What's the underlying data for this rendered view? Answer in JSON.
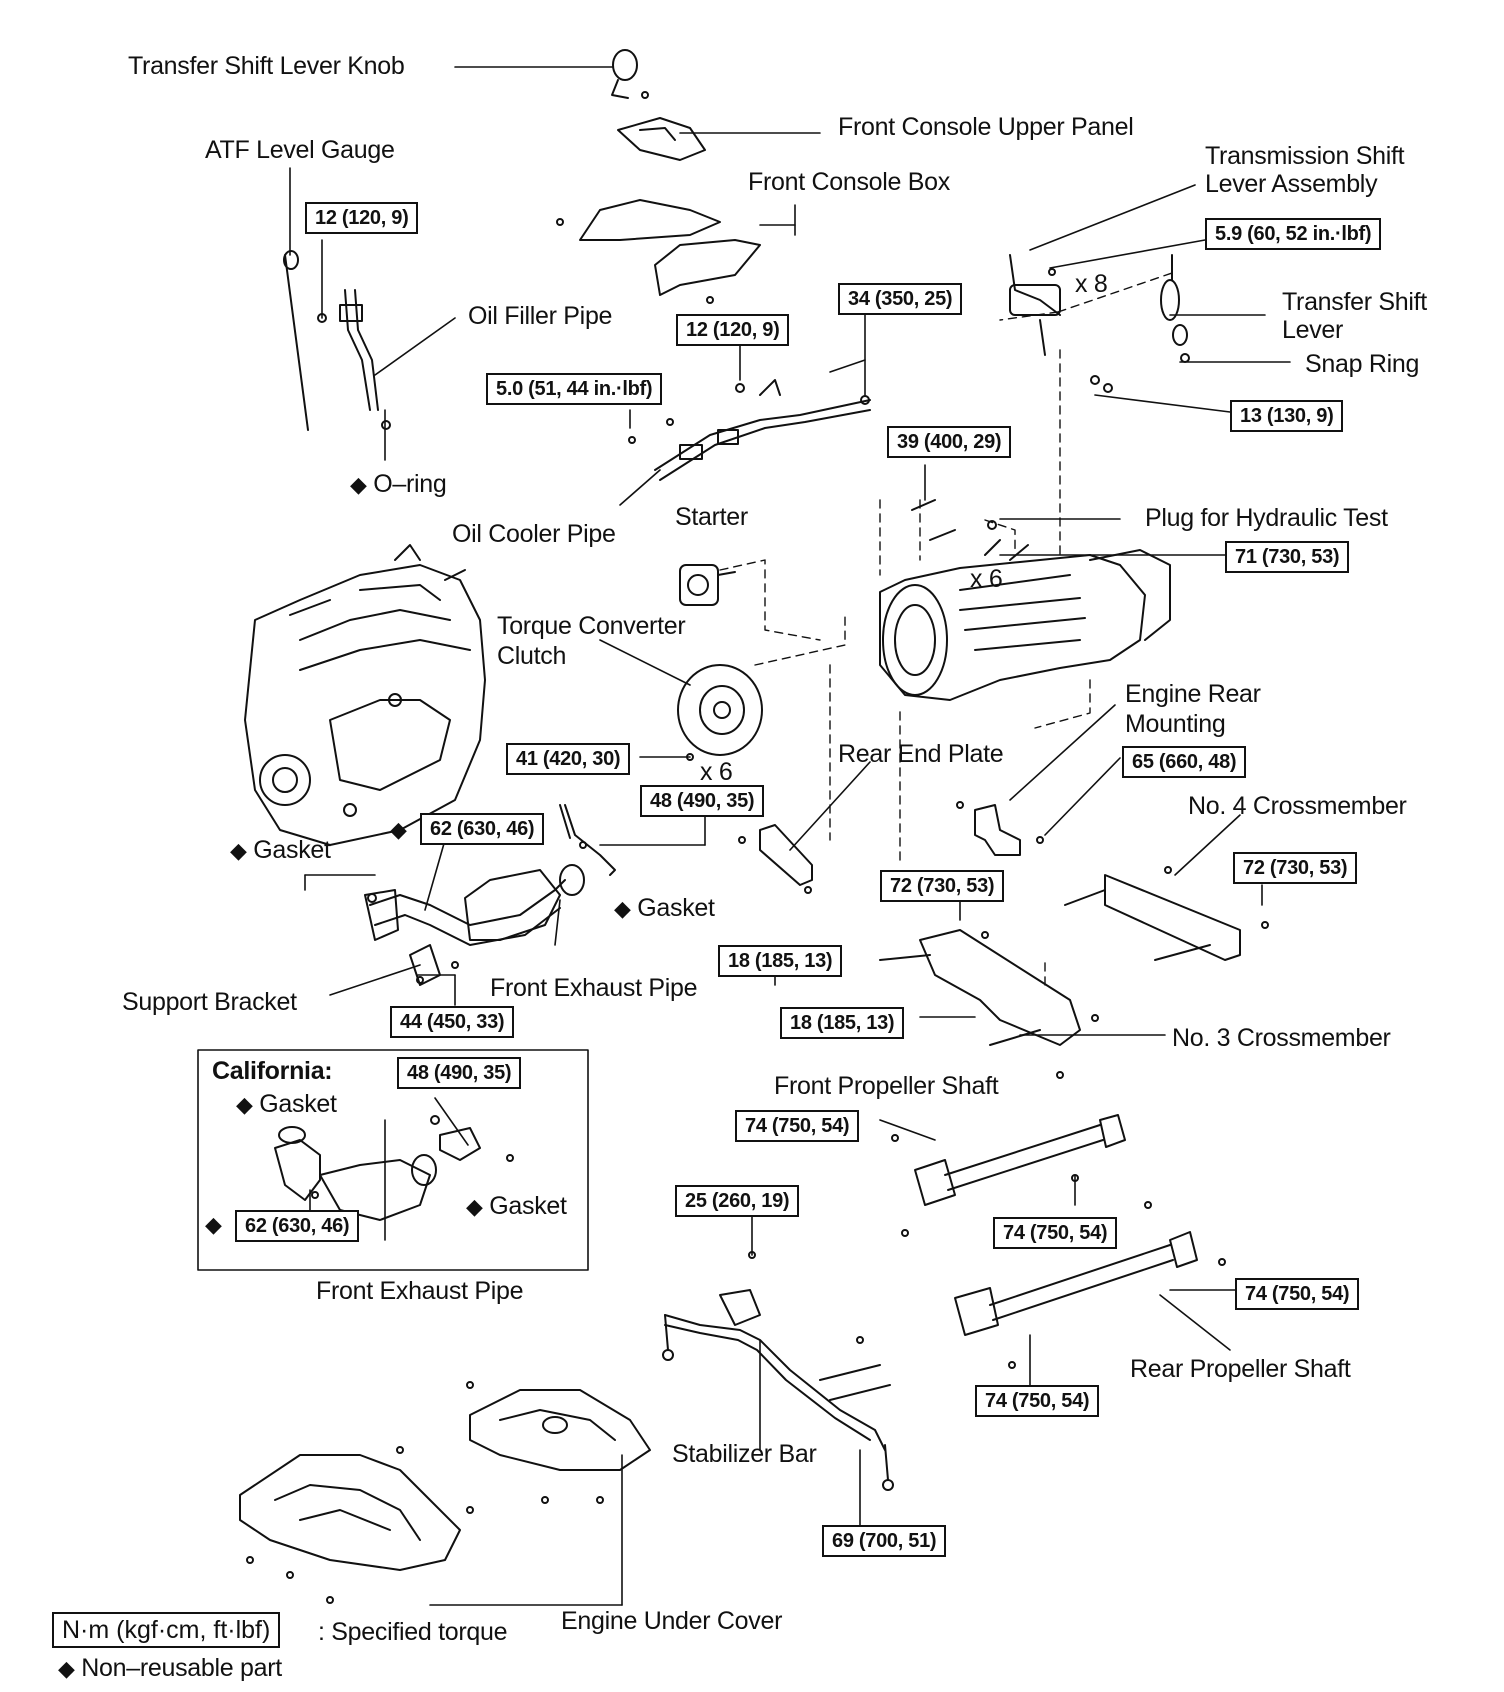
{
  "colors": {
    "ink": "#111111",
    "background": "#ffffff"
  },
  "labels": {
    "transfer_shift_lever_knob": "Transfer Shift Lever Knob",
    "front_console_upper_panel": "Front Console Upper Panel",
    "atf_level_gauge": "ATF Level Gauge",
    "front_console_box": "Front Console Box",
    "transmission_shift_lever_assembly_1": "Transmission Shift",
    "transmission_shift_lever_assembly_2": "Lever Assembly",
    "transfer_shift_lever_1": "Transfer Shift",
    "transfer_shift_lever_2": "Lever",
    "snap_ring": "Snap Ring",
    "oil_filler_pipe": "Oil Filler Pipe",
    "o_ring": "O–ring",
    "oil_cooler_pipe": "Oil Cooler Pipe",
    "starter": "Starter",
    "plug_hydraulic_test": "Plug for Hydraulic Test",
    "x6_upper": "x 6",
    "x8": "x 8",
    "torque_converter_clutch_1": "Torque Converter",
    "torque_converter_clutch_2": "Clutch",
    "engine_rear_mounting_1": "Engine Rear",
    "engine_rear_mounting_2": "Mounting",
    "rear_end_plate": "Rear End Plate",
    "x6_lower": "x 6",
    "no4_crossmember": "No. 4 Crossmember",
    "gasket_left": "Gasket",
    "gasket_mid": "Gasket",
    "support_bracket": "Support Bracket",
    "front_exhaust_pipe": "Front Exhaust Pipe",
    "no3_crossmember": "No. 3 Crossmember",
    "california": "California:",
    "gasket_ca_1": "Gasket",
    "gasket_ca_2": "Gasket",
    "front_exhaust_pipe_ca": "Front Exhaust Pipe",
    "front_propeller_shaft": "Front Propeller Shaft",
    "rear_propeller_shaft": "Rear Propeller Shaft",
    "stabilizer_bar": "Stabilizer Bar",
    "engine_under_cover": "Engine Under Cover"
  },
  "torques": {
    "t_12_a": "12 (120, 9)",
    "t_5_9": "5.9 (60, 52 in.·lbf)",
    "t_34": "34 (350, 25)",
    "t_12_b": "12 (120, 9)",
    "t_5_0": "5.0 (51, 44 in.·lbf)",
    "t_13": "13 (130, 9)",
    "t_39": "39 (400, 29)",
    "t_71": "71 (730, 53)",
    "t_41": "41 (420, 30)",
    "t_65": "65 (660, 48)",
    "t_48_a": "48 (490, 35)",
    "t_62_a": "62 (630, 46)",
    "t_72_a": "72 (730, 53)",
    "t_72_b": "72 (730, 53)",
    "t_18_a": "18 (185, 13)",
    "t_44": "44 (450, 33)",
    "t_18_b": "18 (185, 13)",
    "t_48_b": "48 (490, 35)",
    "t_74_a": "74 (750, 54)",
    "t_25": "25 (260, 19)",
    "t_62_b": "62 (630, 46)",
    "t_74_b": "74 (750, 54)",
    "t_74_c": "74 (750, 54)",
    "t_74_d": "74 (750, 54)",
    "t_69": "69 (700, 51)"
  },
  "legend": {
    "units": "N·m (kgf·cm, ft·lbf)",
    "specified_torque": ": Specified torque",
    "non_reusable": "Non–reusable part"
  },
  "symbols": {
    "diamond": "◆"
  }
}
